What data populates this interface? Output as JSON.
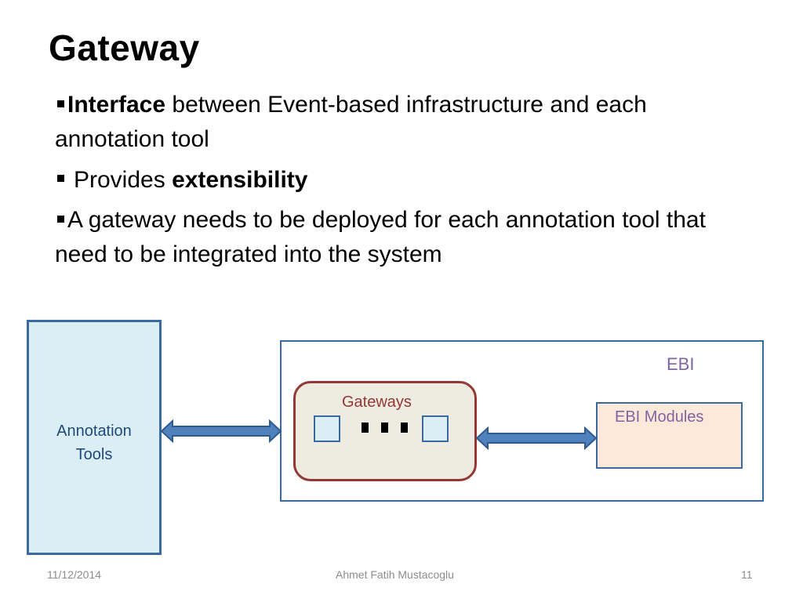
{
  "slide": {
    "title": "Gateway",
    "bullets": [
      {
        "bold_lead": "Interface",
        "text": " between Event-based infrastructure and each annotation tool"
      },
      {
        "text_lead": "Provides ",
        "bold_tail": "extensibility"
      },
      {
        "text": "A gateway needs to be deployed for each annotation tool that need to be integrated into the system"
      }
    ]
  },
  "diagram": {
    "annotation_tools_line1": "Annotation",
    "annotation_tools_line2": "Tools",
    "ebi": "EBI",
    "gateways": "Gateways",
    "ebi_modules": "EBI Modules",
    "colors": {
      "box_border": "#3a6aa3",
      "annotation_fill": "#dbeef4",
      "gateway_border": "#953735",
      "gateway_fill": "#eeece1",
      "modules_fill": "#fde9d9",
      "label_purple": "#8064a2",
      "arrow_fill": "#4f81bd"
    }
  },
  "footer": {
    "date": "11/12/2014",
    "author": "Ahmet Fatih Mustacoglu",
    "page_number": "11"
  }
}
